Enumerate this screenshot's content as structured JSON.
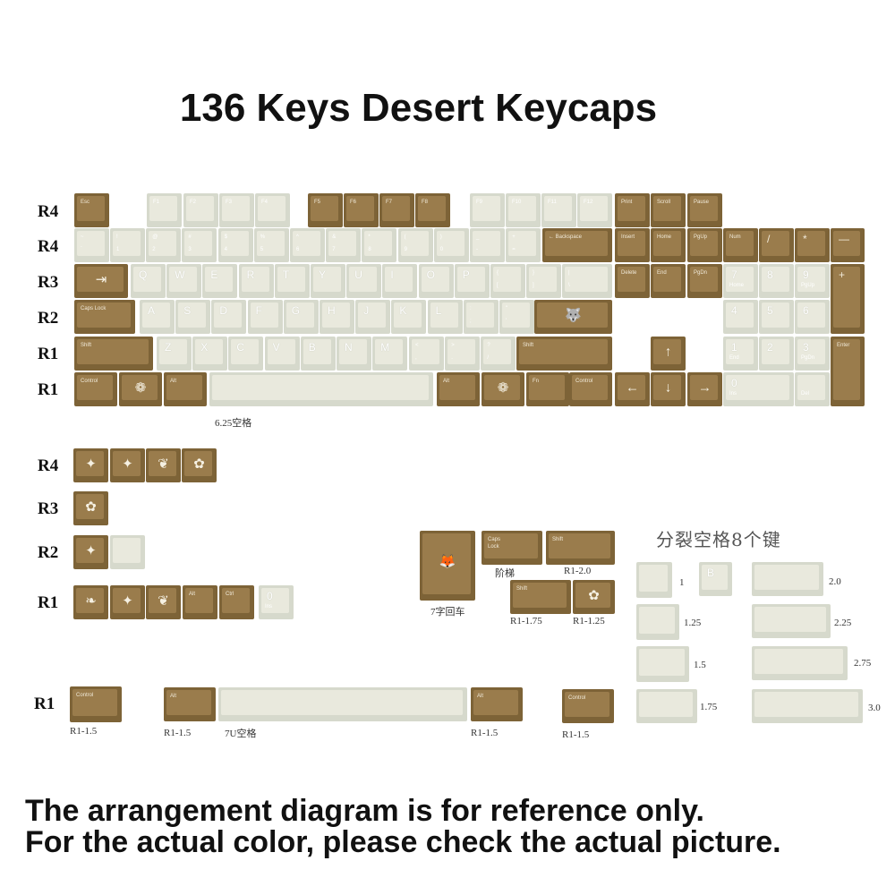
{
  "title": "136 Keys Desert Keycaps",
  "notes": {
    "line1": "The arrangement diagram is for reference only.",
    "line2": "For the actual color, please check the actual picture."
  },
  "row_labels": {
    "main": [
      "R4",
      "R4",
      "R3",
      "R2",
      "R1",
      "R1"
    ],
    "extra": [
      "R4",
      "R3",
      "R2",
      "R1"
    ],
    "bottom": "R1"
  },
  "captions": {
    "spacebar_625": "6.25空格",
    "split_space_title": "分裂空格8个键",
    "seven_enter": "7字回车",
    "stepped": "阶梯",
    "r1_2": "R1-2.0",
    "r1_175": "R1-1.75",
    "r1_125": "R1-1.25",
    "r1_15": "R1-1.5",
    "seven_u_space": "7U空格",
    "sizes": [
      "1",
      "1.25",
      "1.5",
      "1.75",
      "2.0",
      "2.25",
      "2.75",
      "3.0"
    ]
  },
  "keys": {
    "esc": "Esc",
    "f1": "F1",
    "f2": "F2",
    "f3": "F3",
    "f4": "F4",
    "f5": "F5",
    "f6": "F6",
    "f7": "F7",
    "f8": "F8",
    "f9": "F9",
    "f10": "F10",
    "f11": "F11",
    "f12": "F12",
    "print": "Print",
    "scroll": "Scroll",
    "pause": "Pause",
    "backspace": "← Backspace",
    "insert": "Insert",
    "home": "Home",
    "pgup": "PgUp",
    "num": "Num",
    "slash": "/",
    "star": "*",
    "minus": "—",
    "delete": "Delete",
    "end": "End",
    "pgdn": "PgDn",
    "plus": "+",
    "capslock": "Caps Lock",
    "shift": "Shift",
    "control": "Control",
    "alt": "Alt",
    "fn": "Fn",
    "enter": "Enter",
    "ctrl": "Ctrl",
    "caps_short": "Caps\nLock",
    "b": "B",
    "zero": "0",
    "ins": "Ins",
    "del": "Del",
    "home7": "Home",
    "pgup9": "PgUp",
    "end1": "End",
    "pgdn3": "PgDn",
    "num_row": [
      [
        "~",
        "`"
      ],
      [
        "!",
        "1"
      ],
      [
        "@",
        "2"
      ],
      [
        "#",
        "3"
      ],
      [
        "$",
        "4"
      ],
      [
        "%",
        "5"
      ],
      [
        "^",
        "6"
      ],
      [
        "&",
        "7"
      ],
      [
        "*",
        "8"
      ],
      [
        "(",
        "9"
      ],
      [
        ")",
        "0"
      ],
      [
        "_",
        "-"
      ],
      [
        "+",
        "="
      ]
    ],
    "qrow": [
      "Q",
      "W",
      "E",
      "R",
      "T",
      "Y",
      "U",
      "I",
      "O",
      "P"
    ],
    "qrow_sym": [
      [
        "{",
        "["
      ],
      [
        "}",
        "]"
      ],
      [
        "|",
        "\\"
      ]
    ],
    "arow": [
      "A",
      "S",
      "D",
      "F",
      "G",
      "H",
      "J",
      "K",
      "L"
    ],
    "arow_sym": [
      [
        ":",
        ";"
      ],
      [
        "\"",
        "'"
      ]
    ],
    "zrow": [
      "Z",
      "X",
      "C",
      "V",
      "B",
      "N",
      "M"
    ],
    "zrow_sym": [
      [
        "<",
        ","
      ],
      [
        ">",
        "."
      ],
      [
        "?",
        "/"
      ]
    ],
    "numpad": [
      "7",
      "8",
      "9",
      "4",
      "5",
      "6",
      "1",
      "2",
      "3"
    ]
  }
}
